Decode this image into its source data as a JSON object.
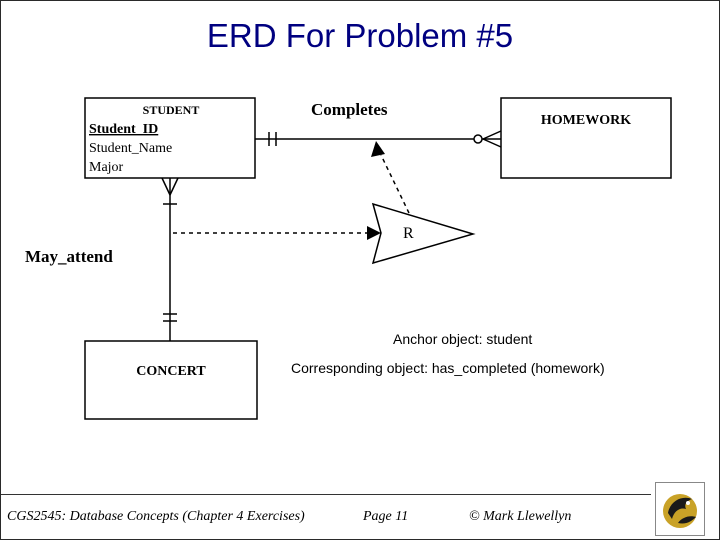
{
  "slide": {
    "title": "ERD For Problem #5"
  },
  "diagram": {
    "entities": {
      "student": {
        "name": "STUDENT",
        "attributes": [
          "Student_ID",
          "Student_Name",
          "Major"
        ]
      },
      "homework": {
        "name": "HOMEWORK"
      },
      "concert": {
        "name": "CONCERT"
      }
    },
    "relationships": {
      "completes": "Completes",
      "may_attend": "May_attend"
    },
    "r_symbol": "R"
  },
  "notes": {
    "anchor": "Anchor object: student",
    "corresponding": "Corresponding object:  has_completed (homework)"
  },
  "footer": {
    "course": "CGS2545: Database Concepts  (Chapter 4 Exercises)",
    "page": "Page 11",
    "copyright": "© Mark Llewellyn"
  },
  "logo": {
    "icon": "pegasus-logo-icon"
  }
}
